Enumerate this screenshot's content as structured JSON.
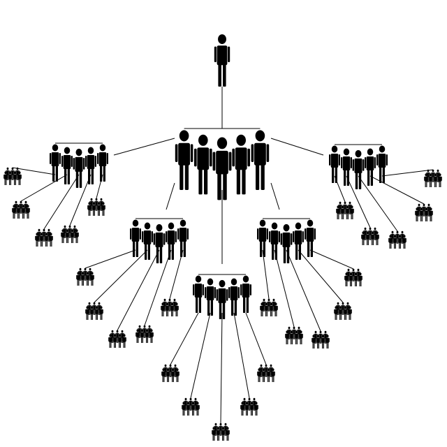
{
  "diagram": {
    "type": "hierarchy-tree",
    "icon": "person-icon",
    "colors": {
      "figure": "#000000",
      "line": "#000000",
      "background": "#ffffff"
    },
    "root": {
      "group_size": 1,
      "children": [
        {
          "branch": "left",
          "group_size": 5,
          "children": [
            {
              "group_size": 5
            },
            {
              "group_size": 5
            },
            {
              "group_size": 5
            },
            {
              "group_size": 5
            },
            {
              "group_size": 5
            }
          ]
        },
        {
          "branch": "mid-left",
          "group_size": 5,
          "children": [
            {
              "group_size": 5
            },
            {
              "group_size": 5
            },
            {
              "group_size": 5
            },
            {
              "group_size": 5
            },
            {
              "group_size": 5
            }
          ]
        },
        {
          "branch": "center",
          "group_size": 5,
          "children": [
            {
              "group_size": 5
            },
            {
              "group_size": 5
            },
            {
              "group_size": 5
            },
            {
              "group_size": 5
            },
            {
              "group_size": 5
            }
          ]
        },
        {
          "branch": "mid-right",
          "group_size": 5,
          "children": [
            {
              "group_size": 5
            },
            {
              "group_size": 5
            },
            {
              "group_size": 5
            },
            {
              "group_size": 5
            },
            {
              "group_size": 5
            }
          ]
        },
        {
          "branch": "right",
          "group_size": 5,
          "children": [
            {
              "group_size": 5
            },
            {
              "group_size": 5
            },
            {
              "group_size": 5
            },
            {
              "group_size": 5
            },
            {
              "group_size": 5
            }
          ]
        }
      ]
    },
    "level1_group_size": 5
  }
}
